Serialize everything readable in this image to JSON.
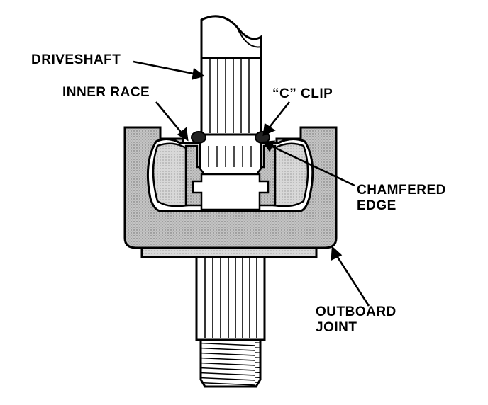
{
  "labels": {
    "driveshaft": "DRIVESHAFT",
    "inner_race": "INNER RACE",
    "c_clip": "“C” CLIP",
    "chamfered_line1": "CHAMFERED",
    "chamfered_line2": "EDGE",
    "outboard_line1": "OUTBOARD",
    "outboard_line2": "JOINT"
  },
  "colors": {
    "ink": "#000000",
    "housing_fill": "#b9b9b9",
    "shaft_fill": "#ffffff",
    "clip_fill": "#222222"
  }
}
